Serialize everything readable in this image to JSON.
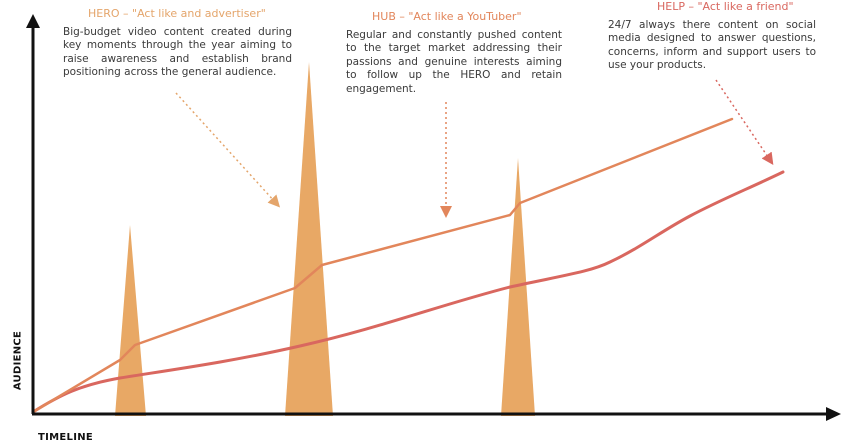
{
  "colors": {
    "hero": "#e4a56b",
    "hub": "#e2865b",
    "help": "#d9675f",
    "spike": "#e8a865",
    "axis": "#111111"
  },
  "hero": {
    "heading": "HERO – \"Act like and advertiser\"",
    "description": "Big-budget video content created during key moments through the year aiming to raise awareness and establish brand positioning across the general audience."
  },
  "hub": {
    "heading": "HUB – \"Act like a YouTuber\"",
    "description": "Regular and constantly pushed content to the target market addressing their passions and genuine interests aiming to follow up the HERO and retain engagement."
  },
  "help": {
    "heading": "HELP – \"Act like a friend\"",
    "description": "24/7 always there content on social media designed to answer questions, concerns, inform and support users to use your products."
  },
  "axes": {
    "x_label": "TIMELINE",
    "y_label": "AUDIENCE"
  }
}
